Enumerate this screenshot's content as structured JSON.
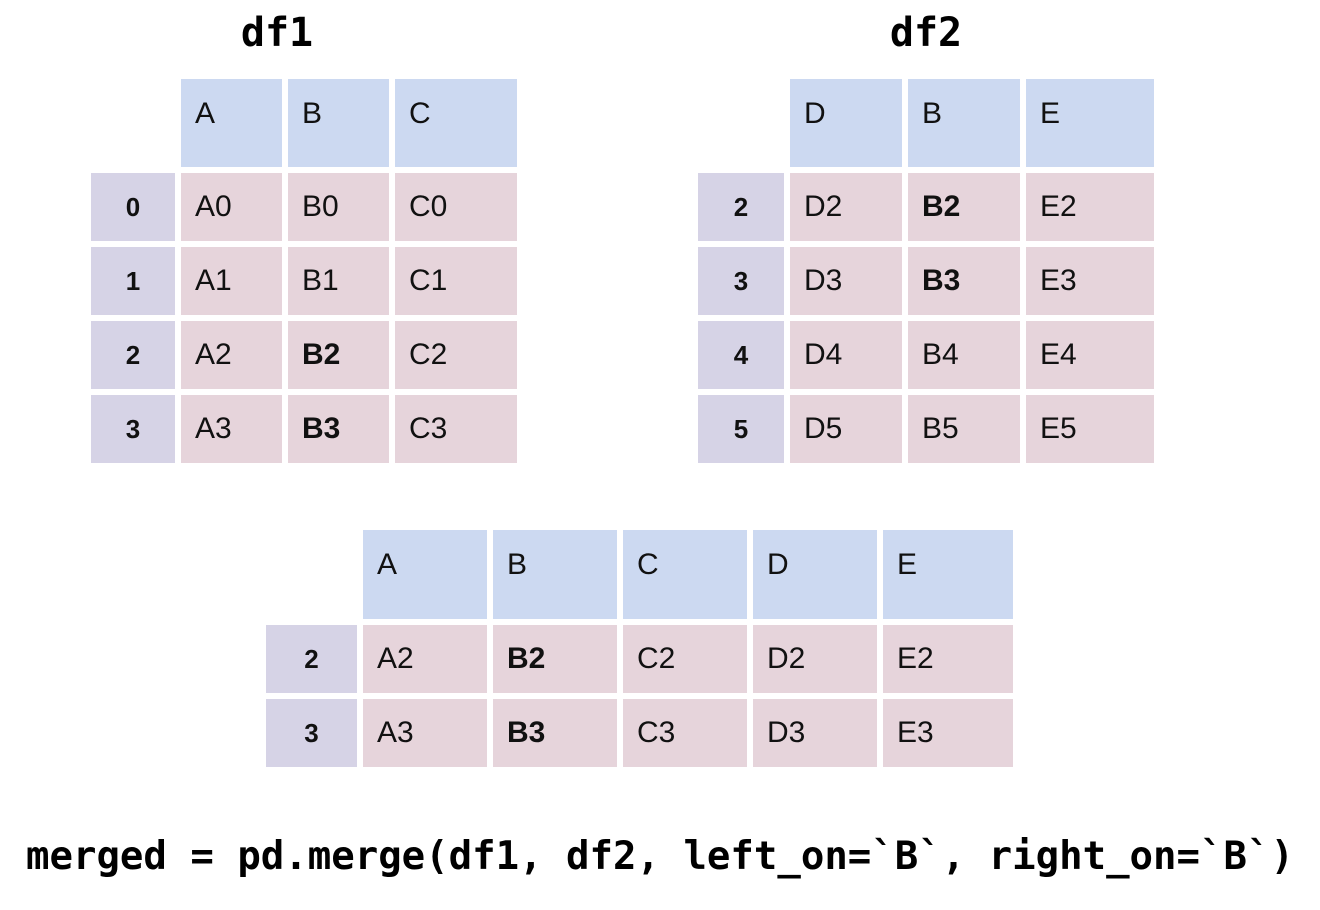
{
  "tables": {
    "df1": {
      "title": "df1",
      "columns": [
        "A",
        "B",
        "C"
      ],
      "rows": [
        {
          "index": "0",
          "cells": [
            "A0",
            "B0",
            "C0"
          ],
          "bold": [
            false,
            false,
            false
          ]
        },
        {
          "index": "1",
          "cells": [
            "A1",
            "B1",
            "C1"
          ],
          "bold": [
            false,
            false,
            false
          ]
        },
        {
          "index": "2",
          "cells": [
            "A2",
            "B2",
            "C2"
          ],
          "bold": [
            false,
            true,
            false
          ]
        },
        {
          "index": "3",
          "cells": [
            "A3",
            "B3",
            "C3"
          ],
          "bold": [
            false,
            true,
            false
          ]
        }
      ]
    },
    "df2": {
      "title": "df2",
      "columns": [
        "D",
        "B",
        "E"
      ],
      "rows": [
        {
          "index": "2",
          "cells": [
            "D2",
            "B2",
            "E2"
          ],
          "bold": [
            false,
            true,
            false
          ]
        },
        {
          "index": "3",
          "cells": [
            "D3",
            "B3",
            "E3"
          ],
          "bold": [
            false,
            true,
            false
          ]
        },
        {
          "index": "4",
          "cells": [
            "D4",
            "B4",
            "E4"
          ],
          "bold": [
            false,
            false,
            false
          ]
        },
        {
          "index": "5",
          "cells": [
            "D5",
            "B5",
            "E5"
          ],
          "bold": [
            false,
            false,
            false
          ]
        }
      ]
    },
    "merged": {
      "columns": [
        "A",
        "B",
        "C",
        "D",
        "E"
      ],
      "rows": [
        {
          "index": "2",
          "cells": [
            "A2",
            "B2",
            "C2",
            "D2",
            "E2"
          ],
          "bold": [
            false,
            true,
            false,
            false,
            false
          ]
        },
        {
          "index": "3",
          "cells": [
            "A3",
            "B3",
            "C3",
            "D3",
            "E3"
          ],
          "bold": [
            false,
            true,
            false,
            false,
            false
          ]
        }
      ]
    }
  },
  "code_line": "merged = pd.merge(df1, df2, left_on=`B`, right_on=`B`)",
  "colors": {
    "header_blue": "#ccd9f1",
    "index_lavender": "#d6d3e6",
    "cell_pink": "#e6d4db",
    "background": "#ffffff",
    "text": "#111111"
  }
}
